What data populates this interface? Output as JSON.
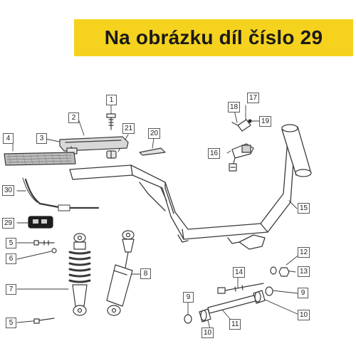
{
  "banner": {
    "text": "Na obrázku díl číslo 29",
    "background": "#f5d21e"
  },
  "callouts": [
    "1",
    "2",
    "3",
    "4",
    "5",
    "6",
    "7",
    "8",
    "9",
    "9",
    "10",
    "10",
    "11",
    "12",
    "13",
    "14",
    "15",
    "16",
    "17",
    "18",
    "19",
    "20",
    "21",
    "29",
    "30",
    "5"
  ],
  "colors": {
    "line": "#3a3a3a",
    "fill_light": "#d8d8d8",
    "fill_dark": "#1e1e1e"
  }
}
